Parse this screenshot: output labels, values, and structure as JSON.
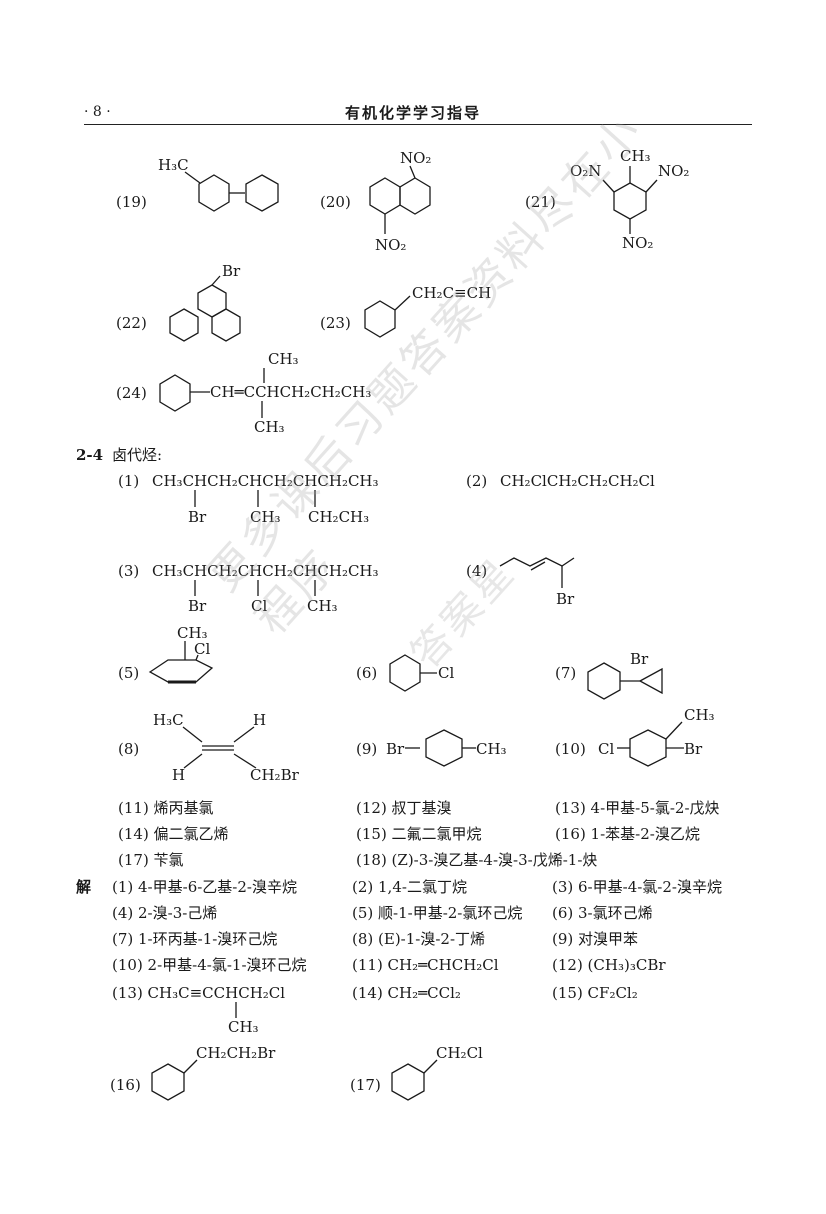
{
  "header": {
    "page_number": "· 8 ·",
    "title": "有机化学学习指导"
  },
  "structures_top": {
    "n19": "(19)",
    "s19_ch3": "H₃C",
    "n20": "(20)",
    "s20_no2_top": "NO₂",
    "s20_no2_bottom": "NO₂",
    "n21": "(21)",
    "s21_ch3": "CH₃",
    "s21_left": "O₂N",
    "s21_right": "NO₂",
    "s21_bottom": "NO₂",
    "n22": "(22)",
    "s22_br": "Br",
    "n23": "(23)",
    "s23_chain": "CH₂C≡CH",
    "n24": "(24)",
    "s24_top": "CH₃",
    "s24_chain": "CH═CCHCH₂CH₂CH₃",
    "s24_bottom": "CH₃"
  },
  "section": {
    "number": "2-4",
    "title": "卤代烃:"
  },
  "halides": {
    "n1": "(1)",
    "h1_main": "CH₃CHCH₂CHCH₂CHCH₂CH₃",
    "h1_s1": "Br",
    "h1_s2": "CH₃",
    "h1_s3": "CH₂CH₃",
    "n2": "(2)",
    "h2_main": "CH₂ClCH₂CH₂CH₂Cl",
    "n3": "(3)",
    "h3_main": "CH₃CHCH₂CHCH₂CHCH₂CH₃",
    "h3_s1": "Br",
    "h3_s2": "Cl",
    "h3_s3": "CH₃",
    "n4": "(4)",
    "h4_br": "Br",
    "n5": "(5)",
    "h5_ch3": "CH₃",
    "h5_cl": "Cl",
    "n6": "(6)",
    "h6_cl": "Cl",
    "n7": "(7)",
    "h7_br": "Br",
    "n8": "(8)",
    "h8_h3c": "H₃C",
    "h8_h_tr": "H",
    "h8_h_bl": "H",
    "h8_ch2br": "CH₂Br",
    "n9": "(9)",
    "h9_br": "Br",
    "h9_ch3": "CH₃",
    "n10": "(10)",
    "h10_cl": "Cl",
    "h10_ch3": "CH₃",
    "h10_br": "Br"
  },
  "names": [
    [
      "(11) 烯丙基氯",
      "(12) 叔丁基溴",
      "(13) 4-甲基-5-氯-2-戊炔"
    ],
    [
      "(14) 偏二氯乙烯",
      "(15) 二氟二氯甲烷",
      "(16) 1-苯基-2-溴乙烷"
    ],
    [
      "(17) 苄氯",
      "(18) (Z)-3-溴乙基-4-溴-3-戊烯-1-炔",
      ""
    ]
  ],
  "answer": {
    "label": "解",
    "rows": [
      [
        "(1) 4-甲基-6-乙基-2-溴辛烷",
        "(2) 1,4-二氯丁烷",
        "(3) 6-甲基-4-氯-2-溴辛烷"
      ],
      [
        "(4) 2-溴-3-己烯",
        "(5) 顺-1-甲基-2-氯环己烷",
        "(6) 3-氯环己烯"
      ],
      [
        "(7) 1-环丙基-1-溴环己烷",
        "(8) (E)-1-溴-2-丁烯",
        "(9) 对溴甲苯"
      ],
      [
        "(10) 2-甲基-4-氯-1-溴环己烷",
        "(11) CH₂═CHCH₂Cl",
        "(12) (CH₃)₃CBr"
      ],
      [
        "(13) CH₃C≡CCHCH₂Cl",
        "(14) CH₂═CCl₂",
        "(15) CF₂Cl₂"
      ]
    ],
    "a13_sub": "CH₃",
    "n16": "(16)",
    "a16_chain": "CH₂CH₂Br",
    "n17": "(17)",
    "a17_chain": "CH₂Cl"
  },
  "watermark": {
    "line1": "更多课后习题答案资料尽在小程序",
    "line2": "答案星"
  }
}
